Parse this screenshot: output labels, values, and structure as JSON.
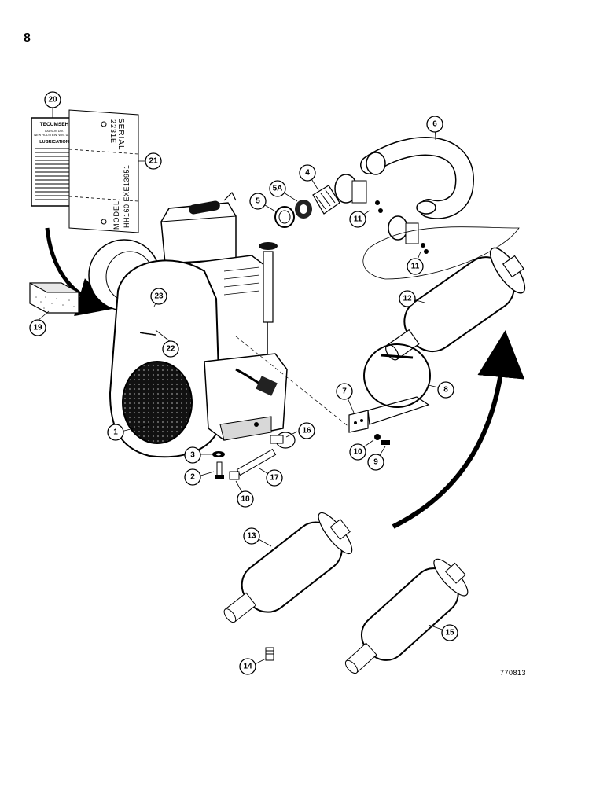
{
  "page_number": "8",
  "figure_code": "770813",
  "decal": {
    "brand": "TECUMSEH",
    "maker_lines": [
      "LAUSON DIV.",
      "NEW HOLSTEIN, WIS. U.S.A."
    ],
    "section": "LUBRICATION"
  },
  "nameplate": {
    "serial_label": "SERIAL",
    "serial_value": "2231E",
    "model_label": "MODEL",
    "model_value": "HH160 EXE13951"
  },
  "callouts": [
    "1",
    "2",
    "3",
    "4",
    "5",
    "5A",
    "6",
    "7",
    "8",
    "9",
    "10",
    "11",
    "11",
    "12",
    "13",
    "14",
    "15",
    "16",
    "17",
    "18",
    "19",
    "20",
    "21",
    "22",
    "23"
  ]
}
